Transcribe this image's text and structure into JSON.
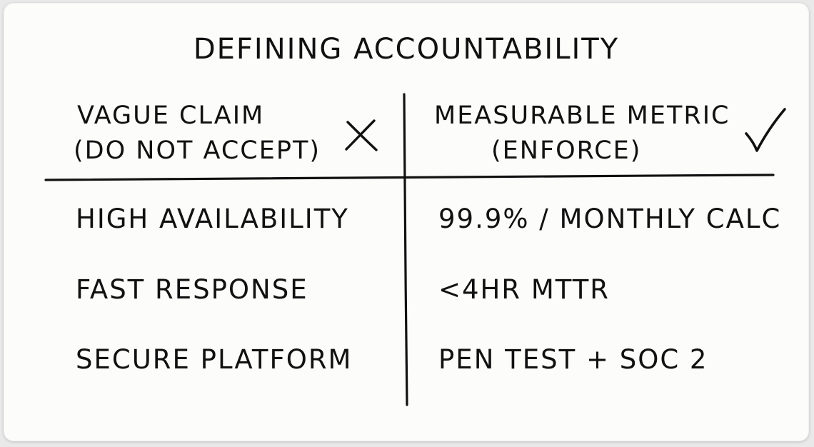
{
  "title": "DEFINING ACCOUNTABILITY",
  "columns": {
    "left": {
      "header_line1": "VAGUE CLAIM",
      "header_line2": "(DO NOT ACCEPT)",
      "marker_icon": "cross-icon"
    },
    "right": {
      "header_line1": "MEASURABLE METRIC",
      "header_line2": "(ENFORCE)",
      "marker_icon": "check-icon"
    }
  },
  "rows": [
    {
      "claim": "HIGH AVAILABILITY",
      "metric": "99.9% / MONTHLY CALC"
    },
    {
      "claim": "FAST RESPONSE",
      "metric": "<4HR MTTR"
    },
    {
      "claim": "SECURE PLATFORM",
      "metric": "PEN TEST + SOC 2"
    }
  ]
}
